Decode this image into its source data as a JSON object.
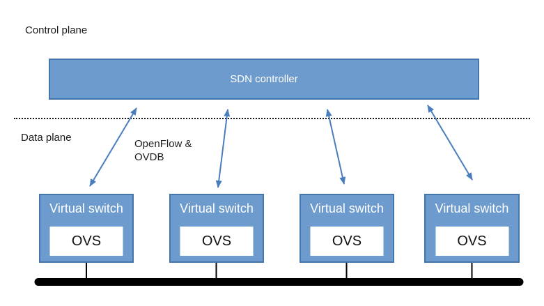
{
  "planes": {
    "control_label": "Control plane",
    "data_label": "Data plane"
  },
  "controller": {
    "label": "SDN controller"
  },
  "protocol_label": {
    "line1": "OpenFlow &",
    "line2": "OVDB"
  },
  "switches": [
    {
      "label": "Virtual switch",
      "software": "OVS"
    },
    {
      "label": "Virtual switch",
      "software": "OVS"
    },
    {
      "label": "Virtual switch",
      "software": "OVS"
    },
    {
      "label": "Virtual switch",
      "software": "OVS"
    }
  ],
  "colors": {
    "box_fill": "#6e9bcd",
    "box_border": "#4276ad",
    "arrow": "#4a7dbd",
    "bus": "#000000",
    "label_text": "#1a1a1a",
    "box_text": "#ffffff"
  }
}
